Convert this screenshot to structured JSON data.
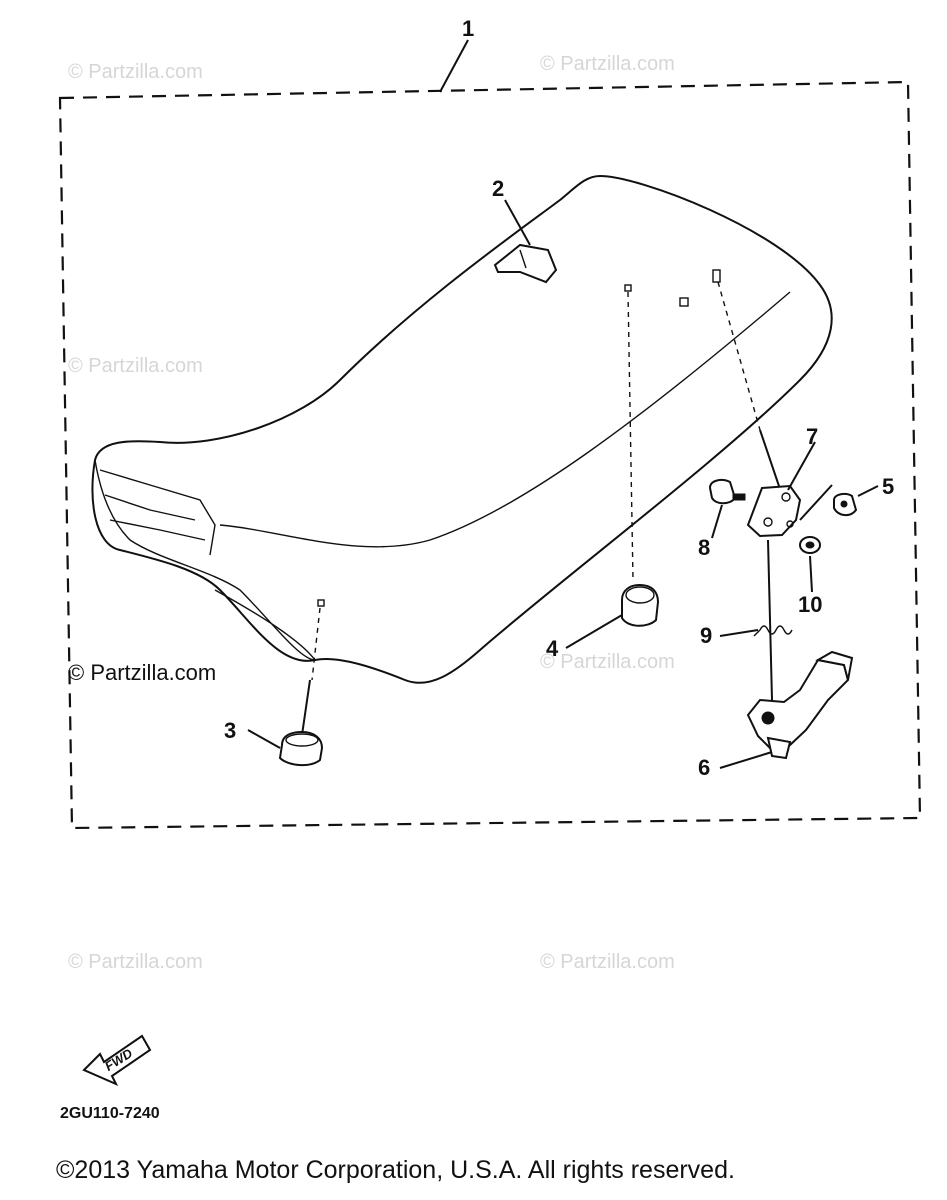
{
  "watermarks": {
    "text": "© Partzilla.com",
    "dark_text": "© Partzilla.com"
  },
  "callouts": {
    "c1": "1",
    "c2": "2",
    "c3": "3",
    "c4": "4",
    "c5": "5",
    "c6": "6",
    "c7": "7",
    "c8": "8",
    "c9": "9",
    "c10": "10"
  },
  "forward_arrow": {
    "label": "FWD"
  },
  "diagram_code": "2GU110-7240",
  "copyright": "©2013 Yamaha Motor Corporation, U.S.A. All rights reserved."
}
